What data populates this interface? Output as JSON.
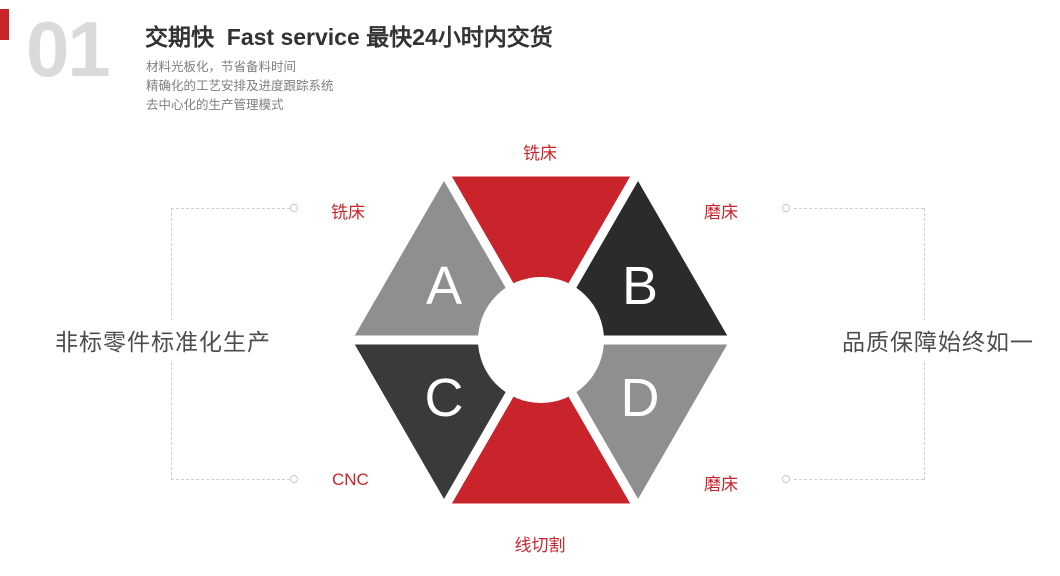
{
  "header": {
    "index": "01",
    "title": "交期快  Fast service 最快24小时内交货",
    "features": [
      "材料光板化，节省备料时间",
      "精确化的工艺安排及进度跟踪系统",
      "去中心化的生产管理模式"
    ]
  },
  "captions": {
    "left": "非标零件标准化生产",
    "right": "品质保障始终如一"
  },
  "diagram": {
    "segments": {
      "top": {
        "color": "#c9242c",
        "label": "铣床"
      },
      "top_left": {
        "color": "#8f8f8f",
        "letter": "A",
        "label": "铣床"
      },
      "top_right": {
        "color": "#2b2b2b",
        "letter": "B",
        "label": "磨床"
      },
      "bottom_left": {
        "color": "#3a3a3a",
        "letter": "C",
        "label": "CNC"
      },
      "bottom_right": {
        "color": "#8f8f8f",
        "letter": "D",
        "label": "磨床"
      },
      "bottom": {
        "color": "#c9242c",
        "label": "线切割"
      }
    },
    "center_circle_color": "#ffffff"
  },
  "colors": {
    "accent_red": "#c9242c",
    "number_gray": "#dadada",
    "title_dark": "#333333",
    "feature_gray": "#7f7f7f",
    "caption_gray": "#4d4d4d",
    "connector_gray": "#cfcfcf"
  }
}
